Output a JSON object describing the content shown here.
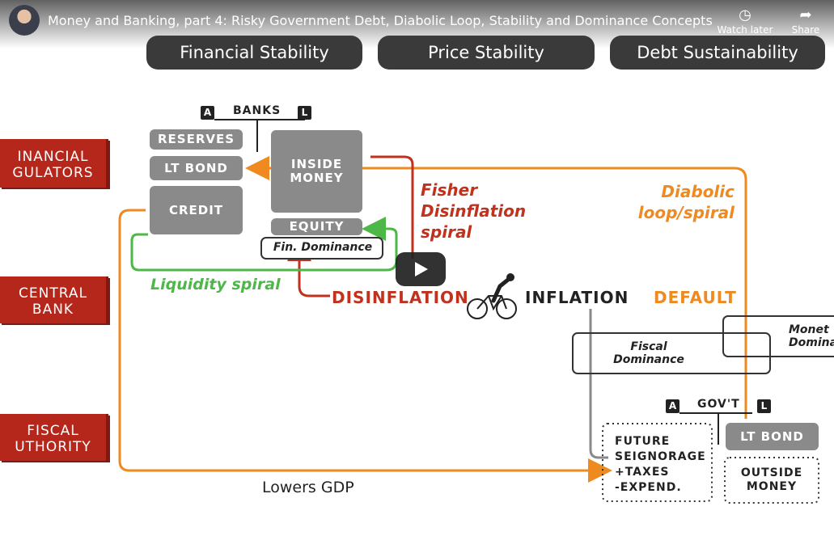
{
  "video": {
    "title": "Money and Banking, part 4: Risky Government Debt, Diabolic Loop, Stability and Dominance Concepts",
    "watch_later_label": "Watch later",
    "share_label": "Share"
  },
  "slide": {
    "pills": [
      "Financial Stability",
      "Price Stability",
      "Debt Sustainability"
    ],
    "tabs": {
      "financial_regulators": [
        "INANCIAL",
        "GULATORS"
      ],
      "central_bank": [
        "CENTRAL",
        "BANK"
      ],
      "fiscal_authority": [
        "FISCAL",
        "UTHORITY"
      ]
    },
    "banks": {
      "header": "BANKS",
      "asset_tag": "A",
      "liability_tag": "L",
      "reserves": "RESERVES",
      "lt_bond": "LT BOND",
      "credit": "CREDIT",
      "inside_money": [
        "INSIDE",
        "MONEY"
      ],
      "equity": "EQUITY",
      "fin_dominance": "Fin. Dominance"
    },
    "govt": {
      "header": "GOV'T",
      "asset_tag": "A",
      "liability_tag": "L",
      "lt_bond": "LT BOND",
      "outside_money": [
        "OUTSIDE",
        "MONEY"
      ],
      "future": [
        "FUTURE",
        "SEIGNORAGE",
        "+TAXES",
        "-EXPEND."
      ]
    },
    "labels": {
      "fisher": [
        "Fisher",
        "Disinflation",
        "spiral"
      ],
      "diabolic": [
        "Diabolic",
        "loop/spiral"
      ],
      "liquidity": "Liquidity spiral",
      "disinflation": "DISINFLATION",
      "inflation": "INFLATION",
      "default": "DEFAULT",
      "fiscal_dominance": [
        "Fiscal",
        "Dominance"
      ],
      "monetary_dominance": [
        "Monet",
        "Domina"
      ],
      "lowers_gdp": "Lowers GDP"
    },
    "colors": {
      "dark_red": "#b5261b",
      "orange": "#ee8a1f",
      "green": "#4db748",
      "gray_box": "#8a8a8a",
      "pill": "#3a3a3a"
    }
  }
}
